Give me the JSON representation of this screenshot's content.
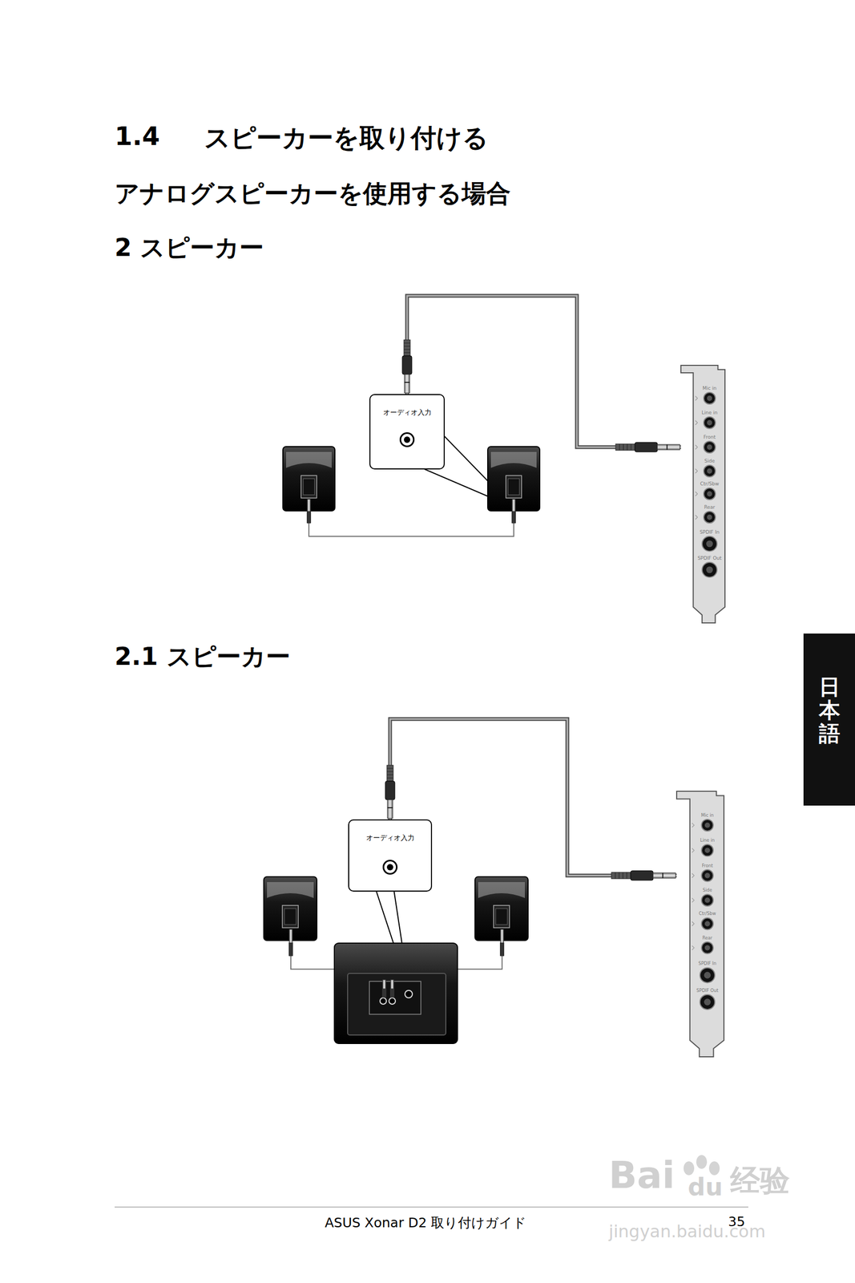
{
  "diagram": {
    "title": "スピーカーを取り付ける",
    "nodes": [
      {
        "text": [
          "オーディオ入力"
        ]
      },
      {
        "text": [
          "Mic in",
          "Line in",
          "Front",
          "Side",
          "Ctr/Sbw",
          "Rear",
          "SPDIF In",
          "SPDIF Out"
        ]
      },
      {
        "text": [
          "日本語"
        ]
      },
      {
        "text": [
          "オーディオ入力"
        ]
      },
      {
        "text": [
          "Mic in",
          "Line in",
          "Front",
          "Side",
          "Ctr/Sbw",
          "Rear",
          "SPDIF In",
          "SPDIF Out"
        ]
      }
    ],
    "edges": [
      {
        "from": 1,
        "to": 0,
        "arrow": "none"
      },
      {
        "from": 4,
        "to": 3,
        "arrow": "none"
      }
    ],
    "labels": [
      "1.4",
      "アナログスピーカーを使用する場合",
      "2 スピーカー",
      "2.1 スピーカー",
      "ASUS Xonar D2 取り付けガイド",
      "35",
      "Bai",
      "du",
      "经验",
      "jingyan.baidu.com"
    ]
  }
}
